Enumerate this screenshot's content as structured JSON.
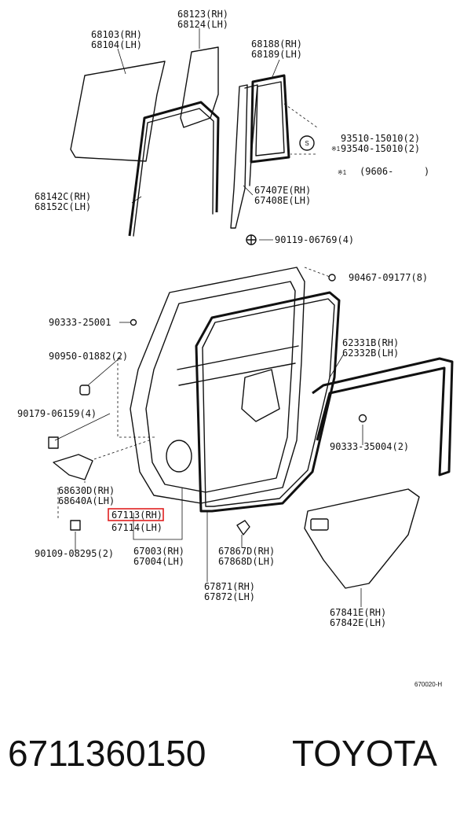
{
  "labels": {
    "p68123": "68123(RH)",
    "p68124": "68124(LH)",
    "p68103": "68103(RH)",
    "p68104": "68104(LH)",
    "p68188": "68188(RH)",
    "p68189": "68189(LH)",
    "p93510": "93510-15010(2)",
    "p93540": "93540-15010(2)",
    "note9606": "(9606-",
    "note9606close": ")",
    "p68142": "68142C(RH)",
    "p68152": "68152C(LH)",
    "p67407": "67407E(RH)",
    "p67408": "67408E(LH)",
    "p90119": "90119-06769(4)",
    "p90467": "90467-09177(8)",
    "p90333a": "90333-25001",
    "p90950": "90950-01882(2)",
    "p62331": "62331B(RH)",
    "p62332": "62332B(LH)",
    "p90179": "90179-06159(4)",
    "p90333b": "90333-35004(2)",
    "p68630": "68630D(RH)",
    "p68640": "68640A(LH)",
    "p67113": "67113(RH)",
    "p67114": "67114(LH)",
    "p67867": "67867D(RH)",
    "p67868": "67868D(LH)",
    "p90109": "90109-08295(2)",
    "p67003": "67003(RH)",
    "p67004": "67004(LH)",
    "p67871": "67871(RH)",
    "p67872": "67872(LH)",
    "p67841": "67841E(RH)",
    "p67842": "67842E(LH)",
    "figcode": "670020-H"
  },
  "symbols": {
    "circle_s": "S",
    "asterisk": "※1",
    "asterisk_b": "※1"
  },
  "footer": {
    "part_number": "6711360150",
    "brand": "TOYOTA"
  },
  "colors": {
    "highlight": "#e02020",
    "ink": "#111111"
  }
}
